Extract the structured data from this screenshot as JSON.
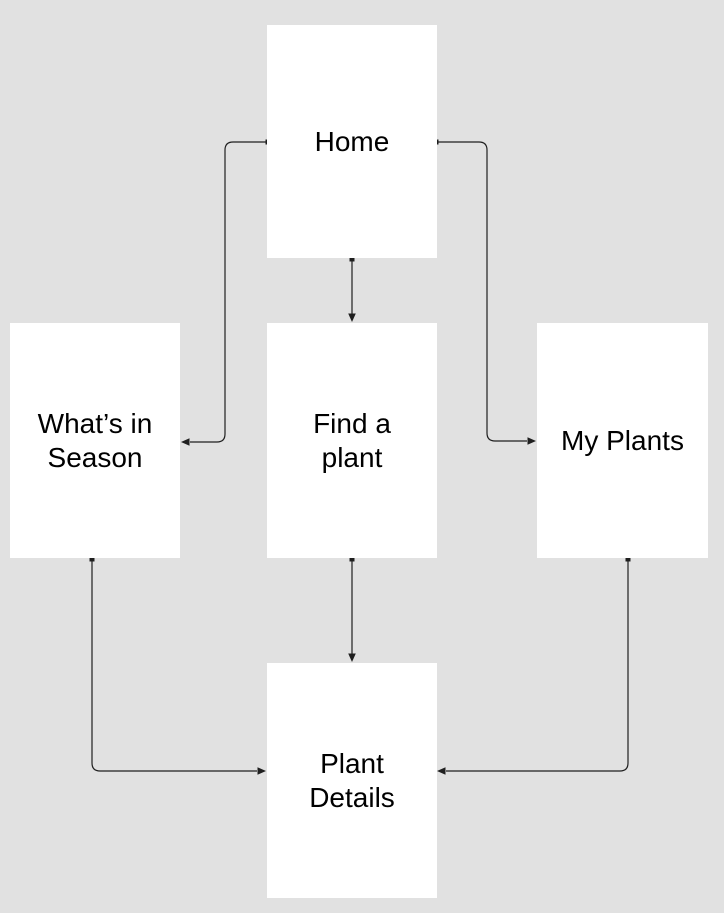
{
  "diagram": {
    "background_color": "#e1e1e1",
    "node_fill_color": "#ffffff",
    "connector_color": "#1f1f1f",
    "text_color": "#000000",
    "nodes": [
      {
        "id": "home",
        "label": "Home"
      },
      {
        "id": "whats-in-season",
        "label": "What’s in Season"
      },
      {
        "id": "find-a-plant",
        "label": "Find a plant"
      },
      {
        "id": "my-plants",
        "label": "My Plants"
      },
      {
        "id": "plant-details",
        "label": "Plant Details"
      }
    ],
    "edges": [
      {
        "from": "home",
        "to": "find-a-plant",
        "style": "straight-down, arrow at Find a plant"
      },
      {
        "from": "home",
        "to": "whats-in-season",
        "style": "left then down, arrow at What’s in Season"
      },
      {
        "from": "home",
        "to": "my-plants",
        "style": "right then down, arrow at My Plants"
      },
      {
        "from": "whats-in-season",
        "to": "plant-details",
        "style": "down then right, arrow at Plant Details"
      },
      {
        "from": "find-a-plant",
        "to": "plant-details",
        "style": "straight-down, arrow at Plant Details"
      },
      {
        "from": "my-plants",
        "to": "plant-details",
        "style": "down then left, arrow at Plant Details"
      }
    ]
  }
}
